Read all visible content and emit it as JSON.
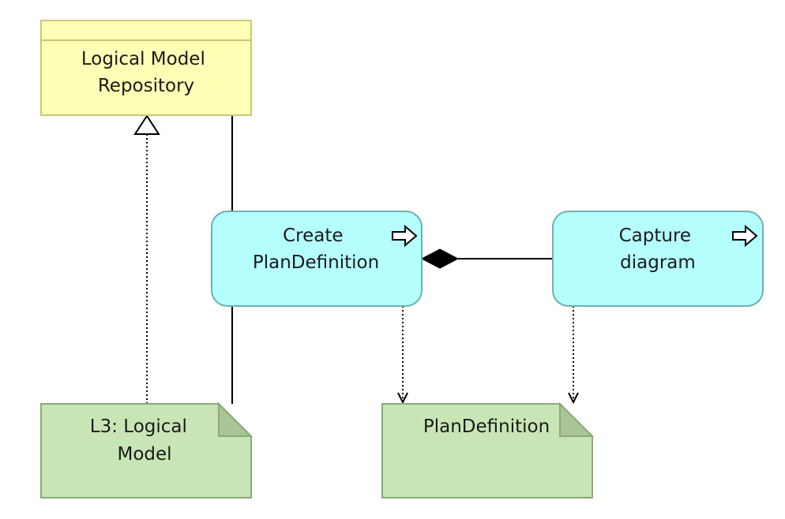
{
  "diagram": {
    "nodes": {
      "repository": {
        "lines": [
          "Logical Model",
          "Repository"
        ],
        "fill": "#ffffb5",
        "stroke": "#c8c878"
      },
      "create_process": {
        "lines": [
          "Create",
          "PlanDefinition"
        ],
        "fill": "#b5ffff",
        "stroke": "#6fb0b0"
      },
      "capture_process": {
        "lines": [
          "Capture",
          "diagram"
        ],
        "fill": "#b5ffff",
        "stroke": "#6fb0b0"
      },
      "logical_model_artifact": {
        "lines": [
          "L3: Logical",
          "Model"
        ],
        "fill": "#c8e6b5",
        "stroke": "#8aaa78"
      },
      "plandefinition_artifact": {
        "lines": [
          "PlanDefinition"
        ],
        "fill": "#c8e6b5",
        "stroke": "#8aaa78"
      }
    },
    "relationships": [
      {
        "type": "realization",
        "from": "logical_model_artifact",
        "to": "repository"
      },
      {
        "type": "association",
        "from": "repository",
        "to": "logical_model_artifact"
      },
      {
        "type": "composition",
        "from": "create_process",
        "to": "capture_process"
      },
      {
        "type": "access",
        "from": "create_process",
        "to": "plandefinition_artifact"
      },
      {
        "type": "access",
        "from": "capture_process",
        "to": "plandefinition_artifact"
      }
    ]
  }
}
